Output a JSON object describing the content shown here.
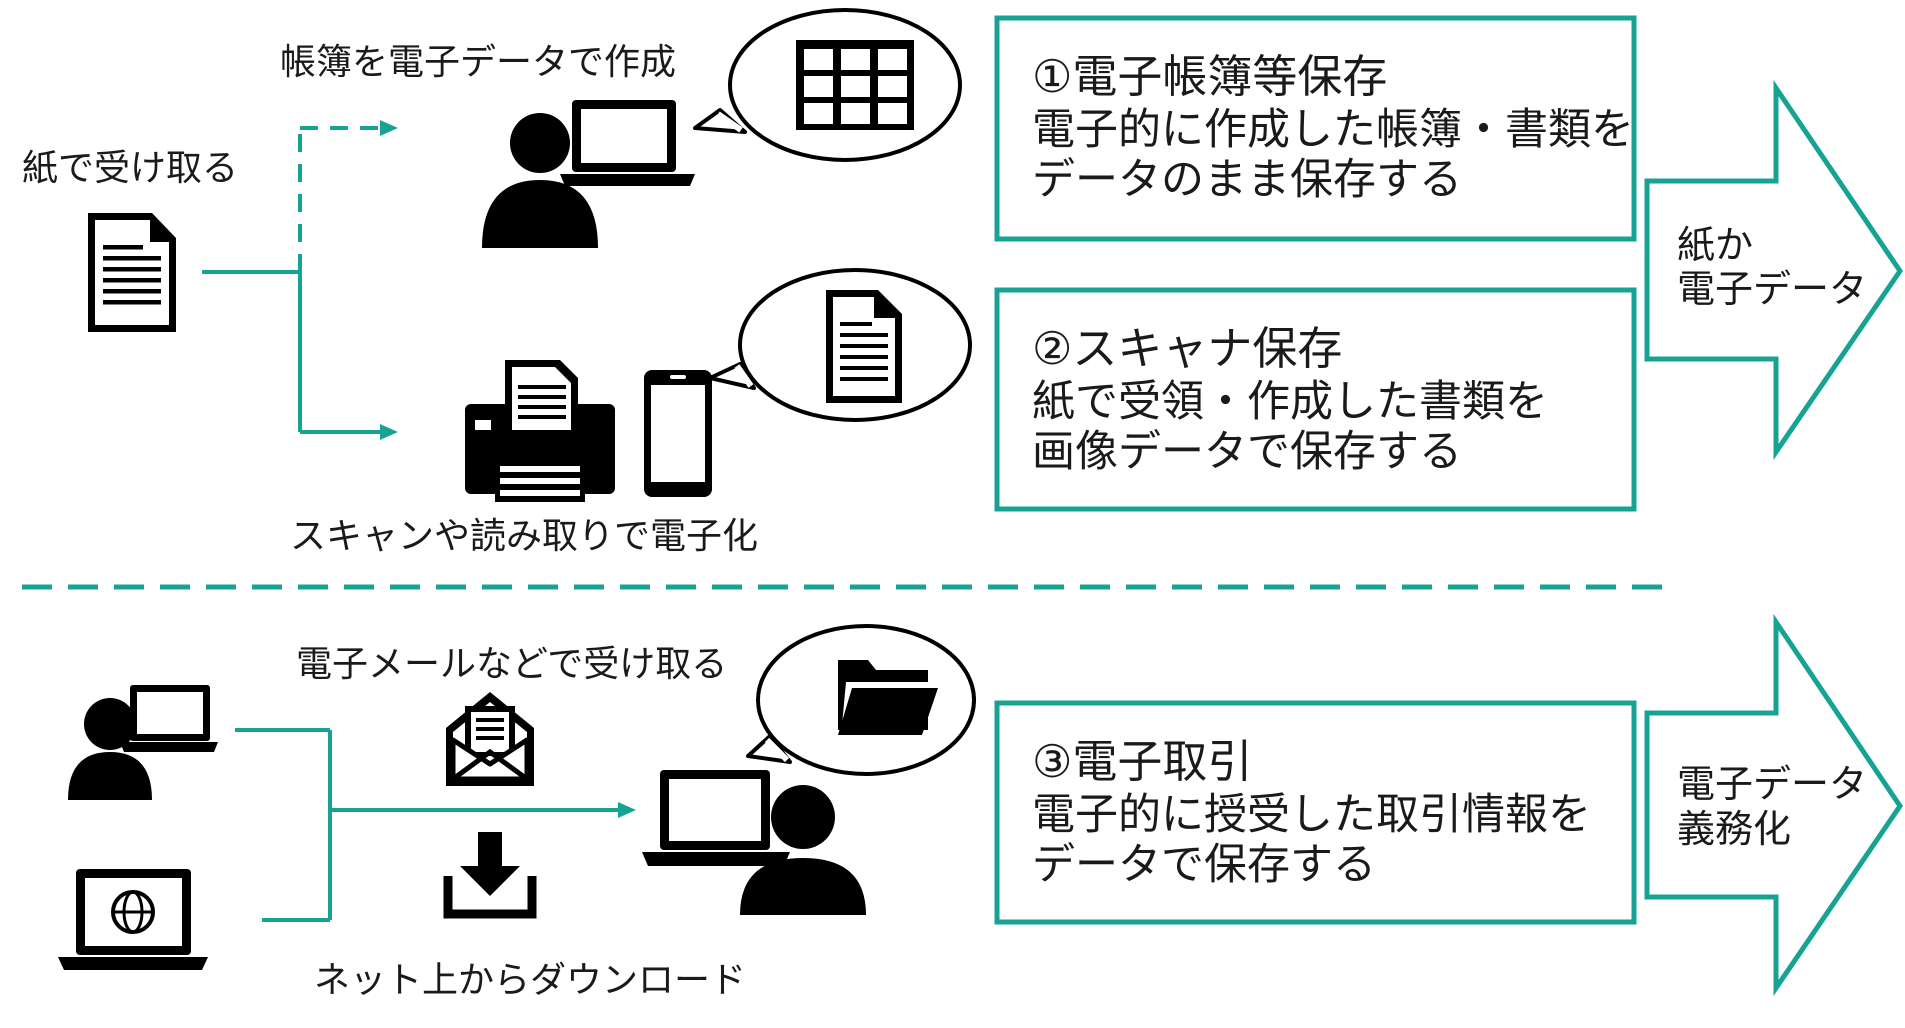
{
  "colors": {
    "accent": "#17a394",
    "icon": "#000000",
    "text": "#1a1a1a"
  },
  "top": {
    "receive_paper": "紙で受け取る",
    "create_digital": "帳簿を電子データで作成",
    "scan_digitize": "スキャンや読み取りで電子化"
  },
  "boxes": {
    "box1": {
      "title": "①電子帳簿等保存",
      "line1": "電子的に作成した帳簿・書類を",
      "line2": "データのまま保存する"
    },
    "box2": {
      "title": "②スキャナ保存",
      "line1": "紙で受領・作成した書類を",
      "line2": "画像データで保存する"
    },
    "box3": {
      "title": "③電子取引",
      "line1": "電子的に授受した取引情報を",
      "line2": "データで保存する"
    }
  },
  "arrows": {
    "top": {
      "line1": "紙か",
      "line2": "電子データ"
    },
    "bottom": {
      "line1": "電子データ",
      "line2": "義務化"
    }
  },
  "bottom": {
    "receive_email": "電子メールなどで受け取る",
    "download": "ネット上からダウンロード"
  },
  "icons": [
    "document-icon",
    "user-laptop-icon",
    "spreadsheet-icon",
    "printer-icon",
    "smartphone-icon",
    "document-bubble-icon",
    "mail-icon",
    "download-icon",
    "globe-laptop-icon",
    "folder-icon"
  ]
}
